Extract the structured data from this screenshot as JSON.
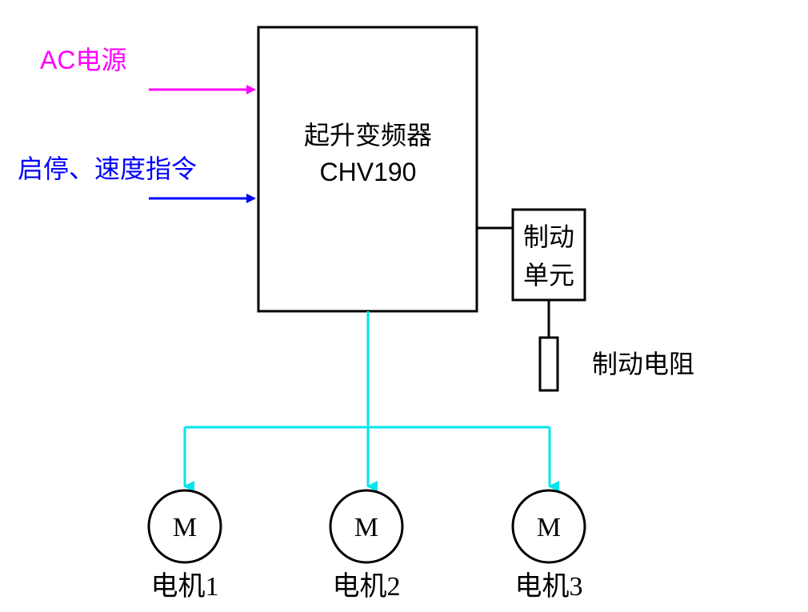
{
  "inputs": {
    "ac_power": {
      "label": "AC电源",
      "color": "#ff00ff"
    },
    "command": {
      "label": "启停、速度指令",
      "color": "#0000ff"
    }
  },
  "inverter": {
    "line1": "起升变频器",
    "line2": "CHV190"
  },
  "brake_unit": {
    "line1": "制动",
    "line2": "单元"
  },
  "brake_resistor": {
    "label": "制动电阻"
  },
  "motor_bus_color": "#00e5ee",
  "motors": [
    {
      "symbol": "M",
      "label": "电机1"
    },
    {
      "symbol": "M",
      "label": "电机2"
    },
    {
      "symbol": "M",
      "label": "电机3"
    }
  ]
}
